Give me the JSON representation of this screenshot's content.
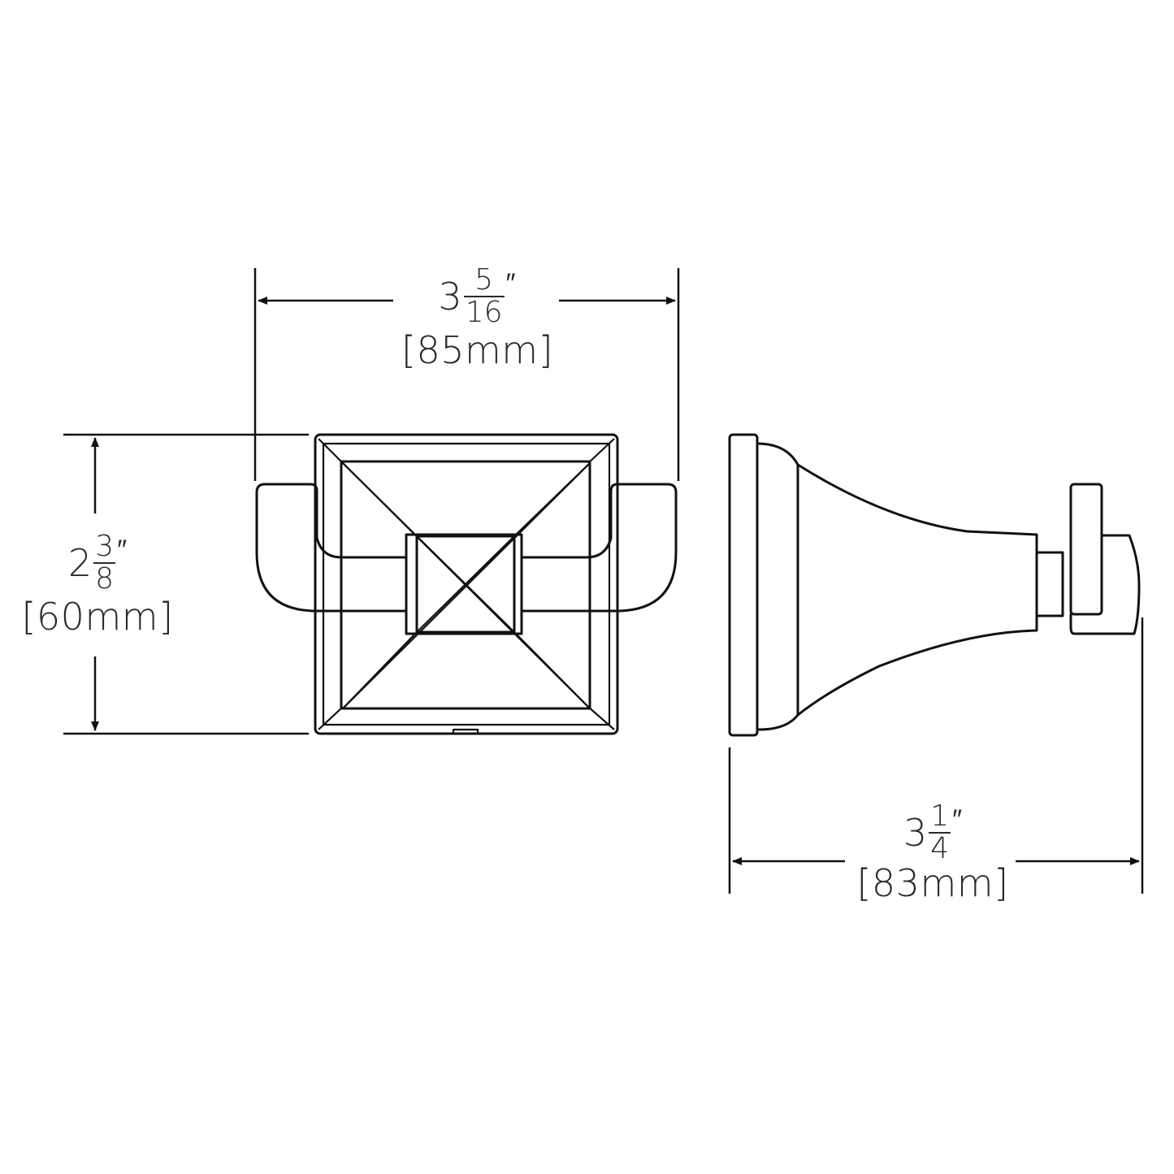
{
  "diagram": {
    "type": "technical-dimension-drawing",
    "views": [
      "front-view",
      "side-view"
    ],
    "line_color": "#111111",
    "text_color": "#2a2a2a",
    "background": "#ffffff"
  },
  "dimensions": {
    "width": {
      "whole": "3",
      "numerator": "5",
      "denominator": "16",
      "unit": "″",
      "metric": "[85mm]"
    },
    "height": {
      "whole": "2",
      "numerator": "3",
      "denominator": "8",
      "unit": "″",
      "metric": "[60mm]"
    },
    "projection": {
      "whole": "3",
      "numerator": "1",
      "denominator": "4",
      "unit": "″",
      "metric": "[83mm]"
    }
  }
}
